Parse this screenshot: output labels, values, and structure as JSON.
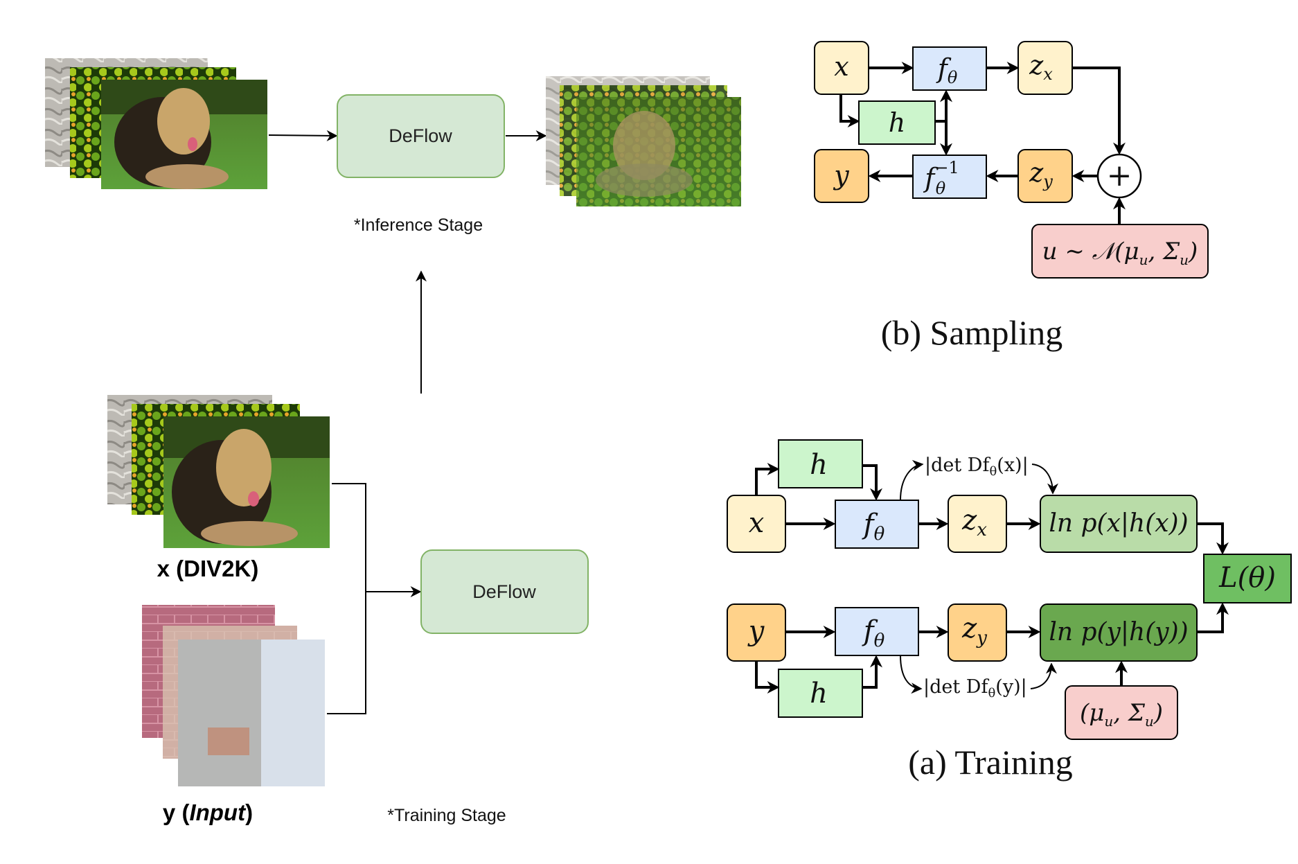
{
  "workflow": {
    "inference_model": "DeFlow",
    "inference_caption": "*Inference Stage",
    "training_model": "DeFlow",
    "training_caption": "*Training Stage",
    "x_label_main": "x (DIV2K)",
    "y_label_prefix": "y (",
    "y_label_italic": "Input",
    "y_label_suffix": ")"
  },
  "sampling": {
    "x": "x",
    "f": "f",
    "f_sub": "θ",
    "zx": "z",
    "zx_sub": "x",
    "h": "h",
    "y": "y",
    "finv": "f",
    "finv_sup": "−1",
    "finv_sub": "θ",
    "zy": "z",
    "zy_sub": "y",
    "plus": "+",
    "u": "u ∼ 𝒩(μ",
    "u_sub1": "u",
    "u_mid": ", Σ",
    "u_sub2": "u",
    "u_end": ")",
    "caption": "(b) Sampling"
  },
  "training": {
    "h_top": "h",
    "x": "x",
    "f_top": "f",
    "f_top_sub": "θ",
    "zx": "z",
    "zx_sub": "x",
    "lnpx": "ln p(x|h(x))",
    "det_top": "|det Df",
    "det_top_sub": "θ",
    "det_top_end": "(x)|",
    "L": "L(θ)",
    "y": "y",
    "f_bot": "f",
    "f_bot_sub": "θ",
    "zy": "z",
    "zy_sub": "y",
    "lnpy": "ln p(y|h(y))",
    "h_bot": "h",
    "det_bot": "|det Df",
    "det_bot_sub": "θ",
    "det_bot_end": "(y)|",
    "mu": "(μ",
    "mu_sub1": "u",
    "mu_mid": ", Σ",
    "mu_sub2": "u",
    "mu_end": ")",
    "caption": "(a) Training"
  },
  "colors": {
    "deflow_fill": "#d5e8d4",
    "deflow_stroke": "#82b366",
    "cream": "#fff2cc",
    "orange": "#ffd28a",
    "blue": "#dae8fc",
    "green": "#ccf5cc",
    "pink": "#f8cecc",
    "lightgreen": "#b9dca8",
    "darkgreen": "#6aa84f",
    "lgreen": "#6fbf62"
  }
}
